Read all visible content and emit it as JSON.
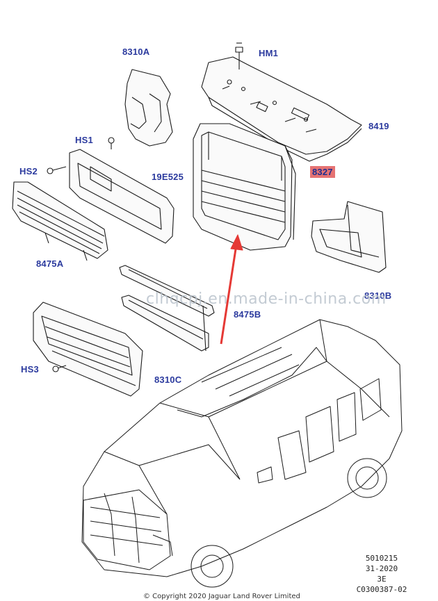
{
  "diagram": {
    "labels": [
      {
        "id": "hm1",
        "text": "HM1"
      },
      {
        "id": "8310a",
        "text": "8310A"
      },
      {
        "id": "8419",
        "text": "8419"
      },
      {
        "id": "hs1",
        "text": "HS1"
      },
      {
        "id": "hs2",
        "text": "HS2"
      },
      {
        "id": "19e525",
        "text": "19E525"
      },
      {
        "id": "8327",
        "text": "8327"
      },
      {
        "id": "8475a",
        "text": "8475A"
      },
      {
        "id": "8310b",
        "text": "8310B"
      },
      {
        "id": "8475b",
        "text": "8475B"
      },
      {
        "id": "hs3",
        "text": "HS3"
      },
      {
        "id": "8310c",
        "text": "8310C"
      }
    ],
    "highlight_color": "#e57373",
    "label_color": "#2b3a9e",
    "arrow_color": "#e53935"
  },
  "reference": {
    "line1": "5010215",
    "line2": "31-2020",
    "line3": "3E",
    "line4": "C0300387-02"
  },
  "watermark": "clhqcpj.en.made-in-china.com",
  "copyright": "© Copyright 2020 Jaguar Land Rover Limited"
}
